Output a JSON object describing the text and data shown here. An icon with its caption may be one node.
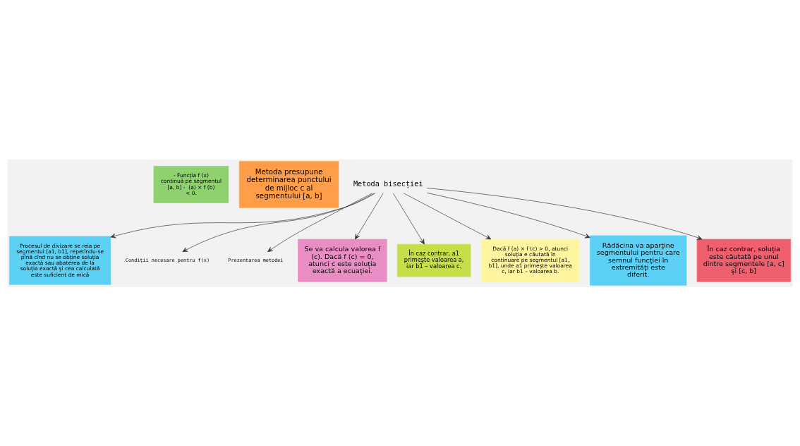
{
  "diagram": {
    "nodes": [
      {
        "text": [
          "- Funcţia f (x) continuă pe segmentul [a, b] -  (a) × f (b) < 0."
        ]
      },
      {
        "text": [
          "Metoda presupune determinarea punctului de mijloc c al segmentului [a, b]"
        ]
      },
      {
        "text": [
          "Procesul de divizare se reia pe segmentul [a1, b1], repetîndu-se pînă cînd nu se obţine soluţia exactă sau abaterea de la soluţia exactă şi cea calculată este suficient de mică"
        ]
      },
      {
        "text": [
          "Condiții necesare pentru f(x)"
        ]
      },
      {
        "text": [
          "Prezentarea metodei"
        ]
      },
      {
        "text": [
          "Se va calcula valorea f (c). Dacă f (c) = 0, atunci c este soluţia exactă a ecuaţiei."
        ]
      },
      {
        "text": [
          "Metoda bisecției"
        ]
      },
      {
        "text": [
          "În caz contrar, a1 primeşte valoarea a, iar b1 – valoarea c."
        ]
      },
      {
        "text": [
          "Dacă f (a) × f (c) > 0, atunci soluţia e căutată în continuare pe segmentul [a1, b1], unde a1 primeşte valoarea c, iar b1 – valoarea b."
        ]
      },
      {
        "text": [
          "Rădăcina va aparţine segmentului pentru care semnul funcţiei în extremităţi este diferit."
        ]
      },
      {
        "text": [
          "În caz contrar, soluţia este căutată pe unul dintre segmentele [a, c] şi [c, b]"
        ]
      }
    ],
    "edges": [
      {
        "from": 6,
        "to": 2,
        "arrow": "to"
      },
      {
        "from": 6,
        "to": 3,
        "arrow": "to"
      },
      {
        "from": 6,
        "to": 4,
        "arrow": "to"
      },
      {
        "from": 6,
        "to": 5,
        "arrow": "to"
      },
      {
        "from": 6,
        "to": 7,
        "arrow": "to"
      },
      {
        "from": 6,
        "to": 8,
        "arrow": "to"
      },
      {
        "from": 6,
        "to": 9,
        "arrow": "to"
      },
      {
        "from": 6,
        "to": 10,
        "arrow": "to"
      }
    ]
  }
}
